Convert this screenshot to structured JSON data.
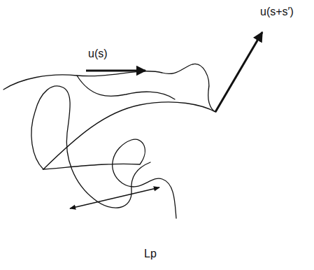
{
  "diagram": {
    "labels": [
      "u(s)",
      "u(s+s′)",
      "Lp"
    ]
  }
}
